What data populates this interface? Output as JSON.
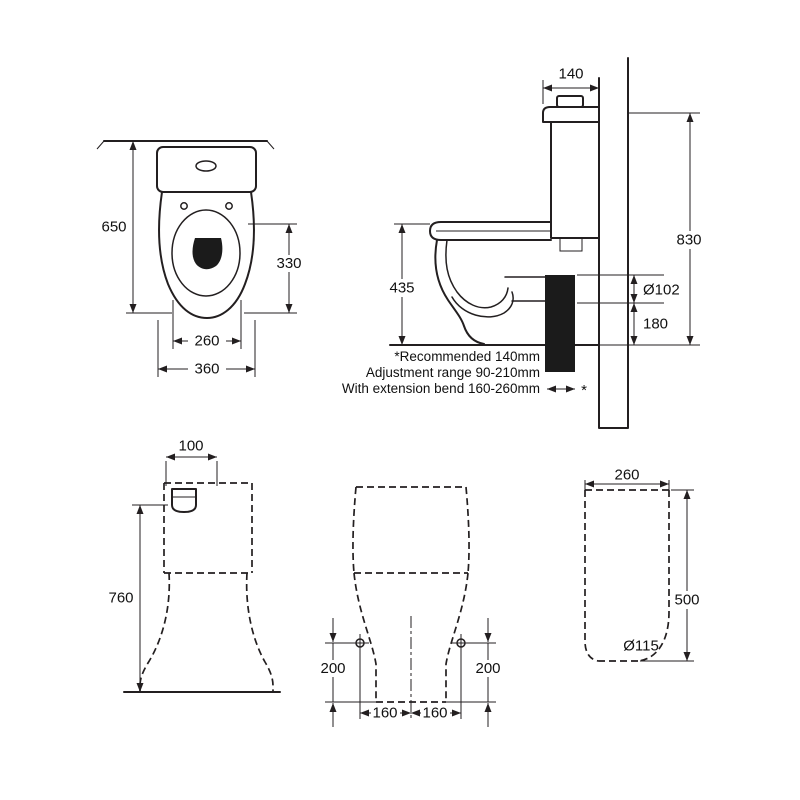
{
  "colors": {
    "line": "#231f20",
    "note_red": "#e8000d",
    "background": "#ffffff"
  },
  "front_view": {
    "overall_height": "650",
    "seat_length": "330",
    "bowl_width": "260",
    "overall_width": "360"
  },
  "side_view": {
    "cistern_top_depth": "140",
    "overall_height": "830",
    "pan_height": "435",
    "outlet_diameter": "Ø102",
    "outlet_height": "180",
    "note_recommended": "*Recommended 140mm",
    "note_adjustment_range": "Adjustment range 90-210mm",
    "note_extension_bend": "With extension bend 160-260mm",
    "setout_asterisk": "*"
  },
  "front_silhouette": {
    "inlet_width": "100",
    "inlet_height": "760"
  },
  "rear_silhouette": {
    "fixing_height_left": "200",
    "fixing_height_right": "200",
    "fixing_spacing_left": "160",
    "fixing_spacing_right": "160"
  },
  "side_silhouette": {
    "top_depth": "260",
    "height": "500",
    "outlet_hole_diameter": "Ø115"
  }
}
